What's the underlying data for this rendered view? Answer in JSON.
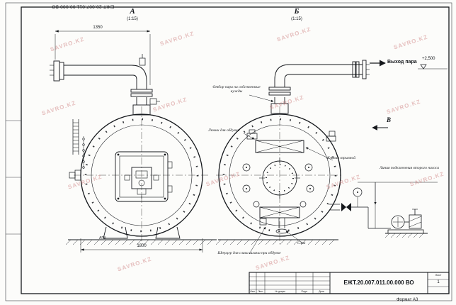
{
  "meta": {
    "watermark": "SAVRO.KZ",
    "format": "Формат А3"
  },
  "frame": {
    "doc_number_top": "ЕЖТ 20.007.011.00.000  ВО"
  },
  "views": {
    "a": {
      "label": "А",
      "scale": "(1:15)"
    },
    "b": {
      "label": "Б",
      "scale": "(1:15)"
    },
    "direction": {
      "label": "В"
    }
  },
  "dimensions": {
    "width_top": "1350",
    "width_bottom": "1800"
  },
  "annotations": {
    "steam_out": "Выход пара",
    "elevation": "+2,500",
    "steam_tap": "Отбор пара на собственные нужды",
    "blow_hatches": "Лючки для обдувки",
    "explosion_valve": "Клапан взрывной",
    "second_pump_line": "Линия подключения второго насоса",
    "sludge_nozzle": "Штуцер для слива шлама при обдувке",
    "drain": "Слив",
    "agv": "АГВ"
  },
  "titleblock": {
    "doc_number": "ЕЖТ.20.007.011.00.000  ВО",
    "cols": {
      "izm": "Изм.",
      "list": "Лист",
      "doc": "№ докум.",
      "sign": "Подп.",
      "date": "Дата"
    },
    "sheet_label": "Лист",
    "sheet_value": "1"
  }
}
